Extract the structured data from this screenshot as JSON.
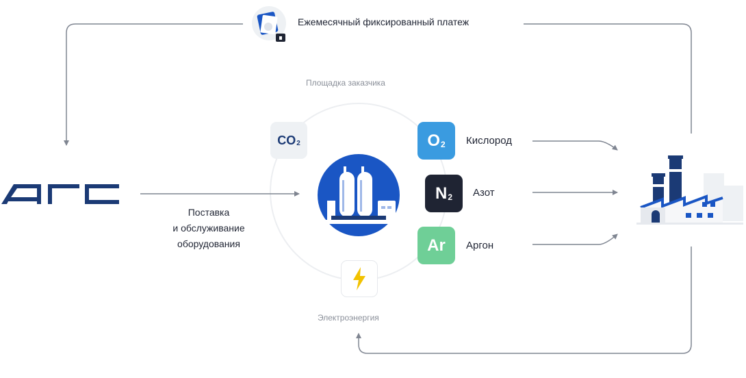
{
  "payment": {
    "label": "Ежемесячный фиксированный платеж"
  },
  "site": {
    "label": "Площадка заказчика"
  },
  "supply": {
    "lines": [
      "Поставка",
      "и обслуживание",
      "оборудования"
    ]
  },
  "power": {
    "label": "Электроэнергия"
  },
  "gases": [
    {
      "symbol": "O",
      "subscript": "2",
      "name": "Кислород",
      "color": "#3a9be0"
    },
    {
      "symbol": "N",
      "subscript": "2",
      "name": "Азот",
      "color": "#1f2433"
    },
    {
      "symbol": "Ar",
      "subscript": "",
      "name": "Аргон",
      "color": "#6fcf97"
    }
  ],
  "co2": {
    "symbol": "CO",
    "subscript": "2"
  },
  "colors": {
    "brand": "#1b3a75",
    "accent": "#1a56c4",
    "arrow": "#7f8591",
    "bolt": "#f2c200"
  },
  "icons": [
    "payment-lock-icon",
    "agc-logo",
    "gas-plant-icon",
    "factory-icon",
    "lightning-icon"
  ]
}
